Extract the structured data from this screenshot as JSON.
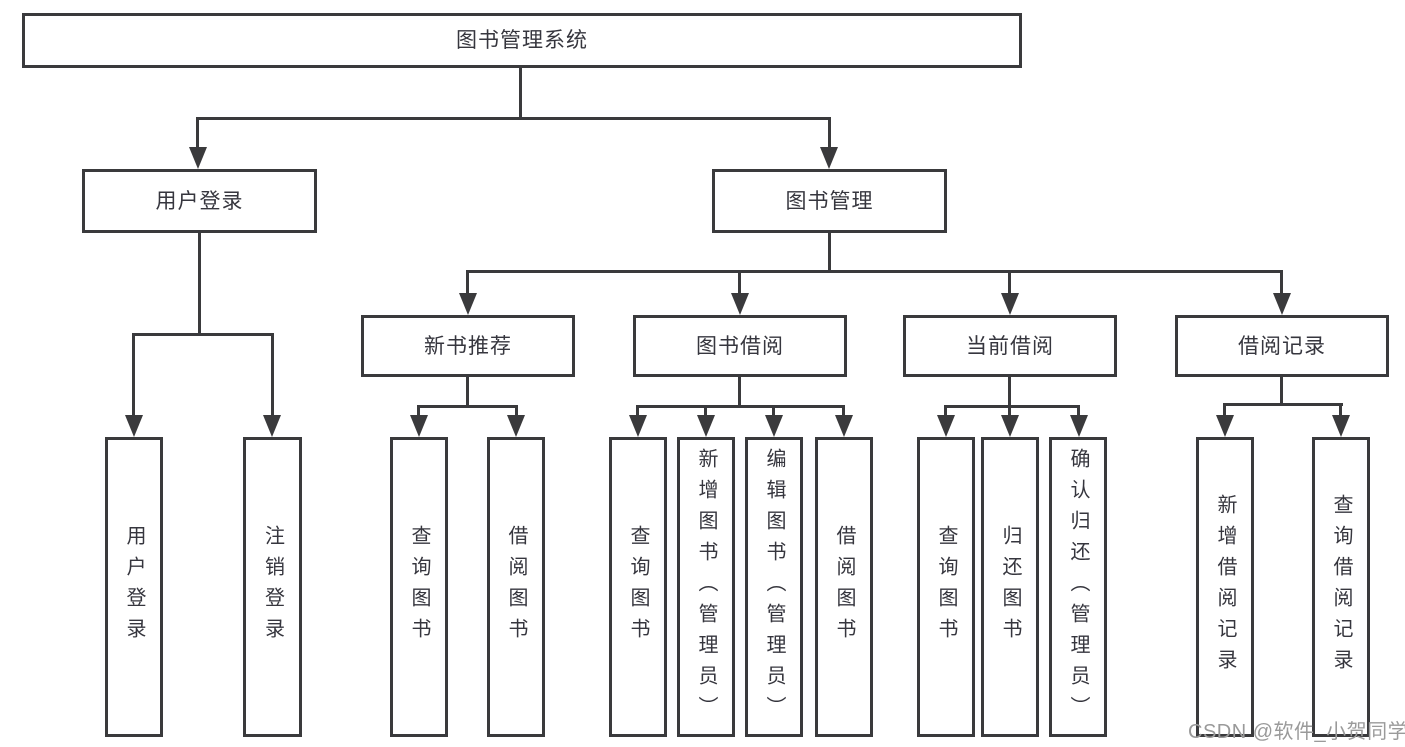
{
  "root": {
    "label": "图书管理系统"
  },
  "l2": [
    {
      "label": "用户登录",
      "children": [
        "用户登录",
        "注销登录"
      ]
    },
    {
      "label": "图书管理"
    }
  ],
  "l3": [
    {
      "label": "新书推荐",
      "children": [
        "查询图书",
        "借阅图书"
      ]
    },
    {
      "label": "图书借阅",
      "children": [
        "查询图书",
        "新增图书（管理员）",
        "编辑图书（管理员）",
        "借阅图书"
      ]
    },
    {
      "label": "当前借阅",
      "children": [
        "查询图书",
        "归还图书",
        "确认归还（管理员）"
      ]
    },
    {
      "label": "借阅记录",
      "children": [
        "新增借阅记录",
        "查询借阅记录"
      ]
    }
  ],
  "watermark": "CSDN @软件_小贺同学",
  "colors": {
    "line": "#3a3a3c",
    "text": "#36363e",
    "box_background": "#ffffff",
    "watermark": "#9a9a9a"
  }
}
